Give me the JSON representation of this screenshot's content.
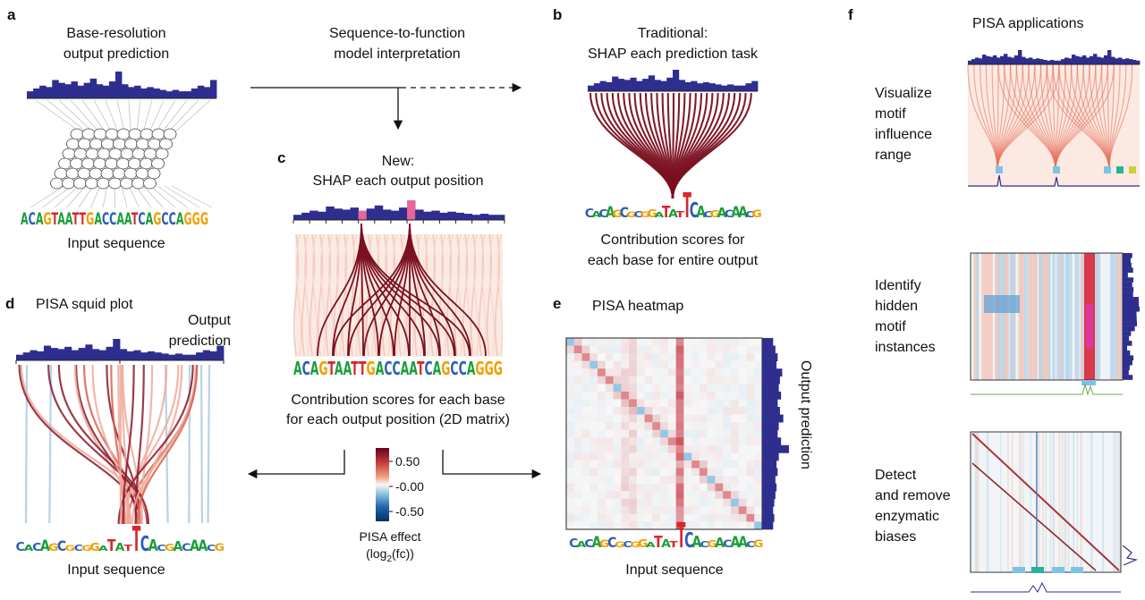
{
  "panels": {
    "a": {
      "letter": "a",
      "output_title": [
        "Base-resolution",
        "output prediction"
      ],
      "interpretation": [
        "Sequence-to-function",
        "model interpretation"
      ],
      "sequence": "ACAGTAATTGACCAATCAGCCAGGG",
      "sequence_label": "Input sequence"
    },
    "b": {
      "letter": "b",
      "title": [
        "Traditional:",
        "SHAP each prediction task"
      ],
      "caption": [
        "Contribution scores for",
        "each base for entire output"
      ]
    },
    "c": {
      "letter": "c",
      "title": [
        "New:",
        "SHAP each output position"
      ],
      "sequence": "ACAGTAATTGACCAATCAGCCAGGG",
      "caption": [
        "Contribution scores for each base",
        "for each output position (2D matrix)"
      ]
    },
    "colorbar": {
      "ticks": [
        "0.50",
        "-0.00",
        "-0.50"
      ],
      "title": "PISA effect",
      "unit_prefix": "(log",
      "unit_sub": "2",
      "unit_suffix": "(fc))"
    },
    "d": {
      "letter": "d",
      "title": "PISA squid plot",
      "output_label": [
        "Output",
        "prediction"
      ],
      "sequence_label": "Input sequence"
    },
    "e": {
      "letter": "e",
      "title": "PISA heatmap",
      "side_label": "Output prediction",
      "sequence_label": "Input sequence"
    },
    "f": {
      "letter": "f",
      "title": "PISA applications",
      "apps": [
        [
          "Visualize",
          "motif",
          "influence",
          "range"
        ],
        [
          "Identify",
          "hidden",
          "motif",
          "instances"
        ],
        [
          "Detect",
          "and remove",
          "enzymatic",
          "biases"
        ]
      ]
    }
  },
  "colors": {
    "profile": "#2e2e8f",
    "dark_red": "#7a1020",
    "light_red": "#f3c2b3",
    "accent_pink": "#e8669a",
    "colorbar_top": "#67001f",
    "colorbar_mid": "#f7f7f7",
    "colorbar_bottom": "#053061",
    "base_A": "#1a9e3a",
    "base_C": "#2b5fb5",
    "base_G": "#f0a000",
    "base_T": "#d9262a"
  },
  "icons": [
    "arrow-right-icon",
    "arrow-down-icon",
    "arrow-left-icon",
    "dashed-arrow-icon"
  ]
}
